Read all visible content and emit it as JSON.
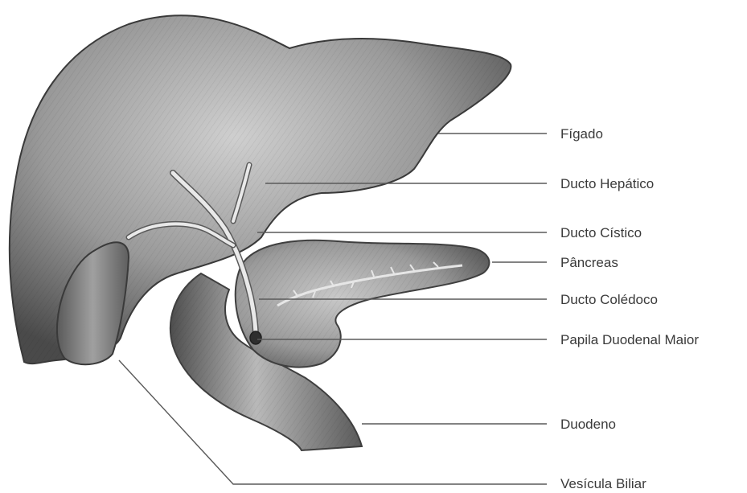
{
  "diagram": {
    "labels": [
      {
        "id": "figado",
        "text": "Fígado"
      },
      {
        "id": "ducto-hepatico",
        "text": "Ducto Hepático"
      },
      {
        "id": "ducto-cistico",
        "text": "Ducto Cístico"
      },
      {
        "id": "pancreas",
        "text": "Pâncreas"
      },
      {
        "id": "ducto-coledoco",
        "text": "Ducto Colédoco"
      },
      {
        "id": "papila",
        "text": "Papila Duodenal Maior"
      },
      {
        "id": "duodeno",
        "text": "Duodeno"
      },
      {
        "id": "vesicula",
        "text": "Vesícula Biliar"
      }
    ]
  },
  "colors": {
    "organ_fill": "#8f8f8f",
    "organ_dark": "#4b4b4b",
    "organ_light": "#c4c4c4",
    "duct": "#e8e8e8",
    "text": "#3a3a3a"
  }
}
